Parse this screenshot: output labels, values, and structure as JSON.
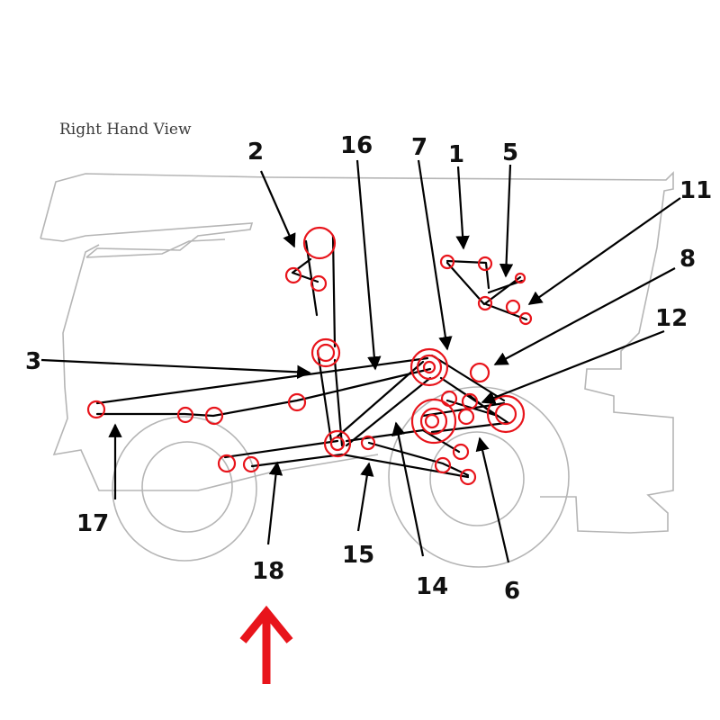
{
  "title": "Right Hand View",
  "colors": {
    "outline": "#b5b5b5",
    "belt": "#000000",
    "pulley": "#e8141b",
    "callout": "#111111",
    "indicator_arrow": "#e8141b"
  },
  "callouts": [
    {
      "id": "1",
      "label": "1"
    },
    {
      "id": "2",
      "label": "2"
    },
    {
      "id": "3",
      "label": "3"
    },
    {
      "id": "5",
      "label": "5"
    },
    {
      "id": "6",
      "label": "6"
    },
    {
      "id": "7",
      "label": "7"
    },
    {
      "id": "8",
      "label": "8"
    },
    {
      "id": "11",
      "label": "11"
    },
    {
      "id": "12",
      "label": "12"
    },
    {
      "id": "14",
      "label": "14"
    },
    {
      "id": "15",
      "label": "15"
    },
    {
      "id": "16",
      "label": "16"
    },
    {
      "id": "17",
      "label": "17"
    },
    {
      "id": "18",
      "label": "18"
    }
  ],
  "highlighted_callout": "18",
  "indicator_arrow_icon": "up-arrow-icon"
}
